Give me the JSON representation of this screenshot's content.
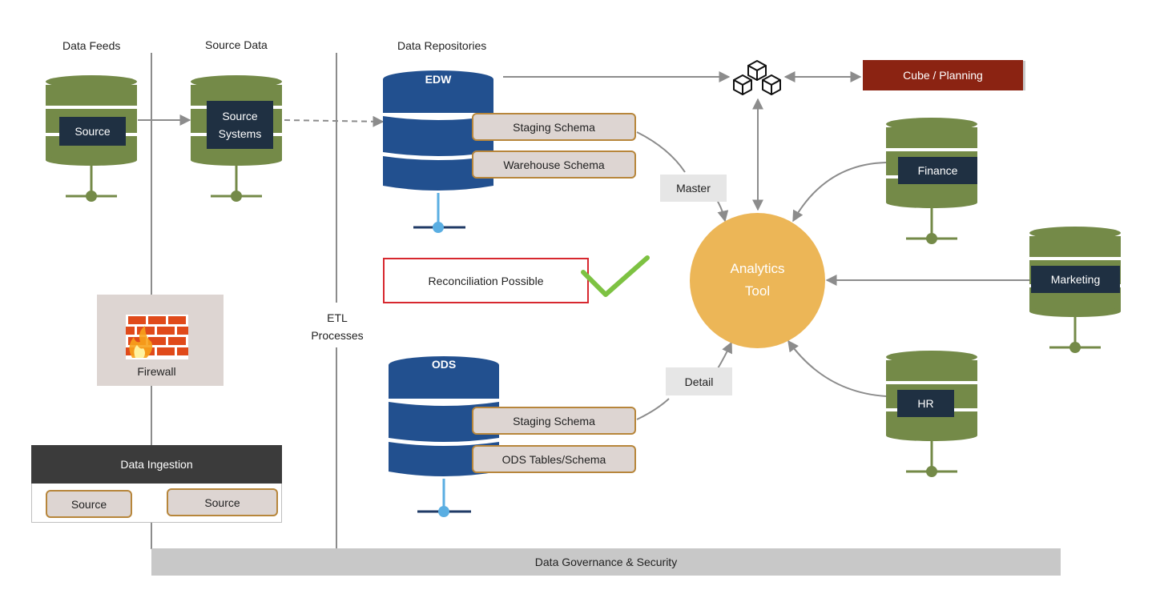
{
  "columns": {
    "data_feeds": "Data Feeds",
    "source_data": "Source Data",
    "data_repositories": "Data Repositories"
  },
  "feeds": {
    "source_label": "Source"
  },
  "source_systems": {
    "label": "Source\nSystems"
  },
  "edw": {
    "title": "EDW",
    "staging": "Staging Schema",
    "warehouse": "Warehouse Schema"
  },
  "ods": {
    "title": "ODS",
    "staging": "Staging Schema",
    "tables": "ODS Tables/Schema"
  },
  "cube": {
    "label": "Cube / Planning"
  },
  "connectors": {
    "master": "Master",
    "detail": "Detail"
  },
  "reconciliation": {
    "label": "Reconciliation Possible"
  },
  "etl": {
    "label": "ETL\nProcesses"
  },
  "firewall": {
    "label": "Firewall"
  },
  "ingestion": {
    "title": "Data Ingestion",
    "source_a": "Source",
    "source_b": "Source"
  },
  "analytics": {
    "label": "Analytics\nTool"
  },
  "departments": {
    "finance": "Finance",
    "marketing": "Marketing",
    "hr": "HR"
  },
  "governance": {
    "label": "Data Governance & Security"
  },
  "colors": {
    "db_green": "#748a48",
    "db_blue": "#22508f",
    "analytics": "#ecb657",
    "cube": "#8b2312",
    "check": "#7dc242",
    "firewall": "#e04a1a",
    "connector_blue": "#5aaee2"
  }
}
